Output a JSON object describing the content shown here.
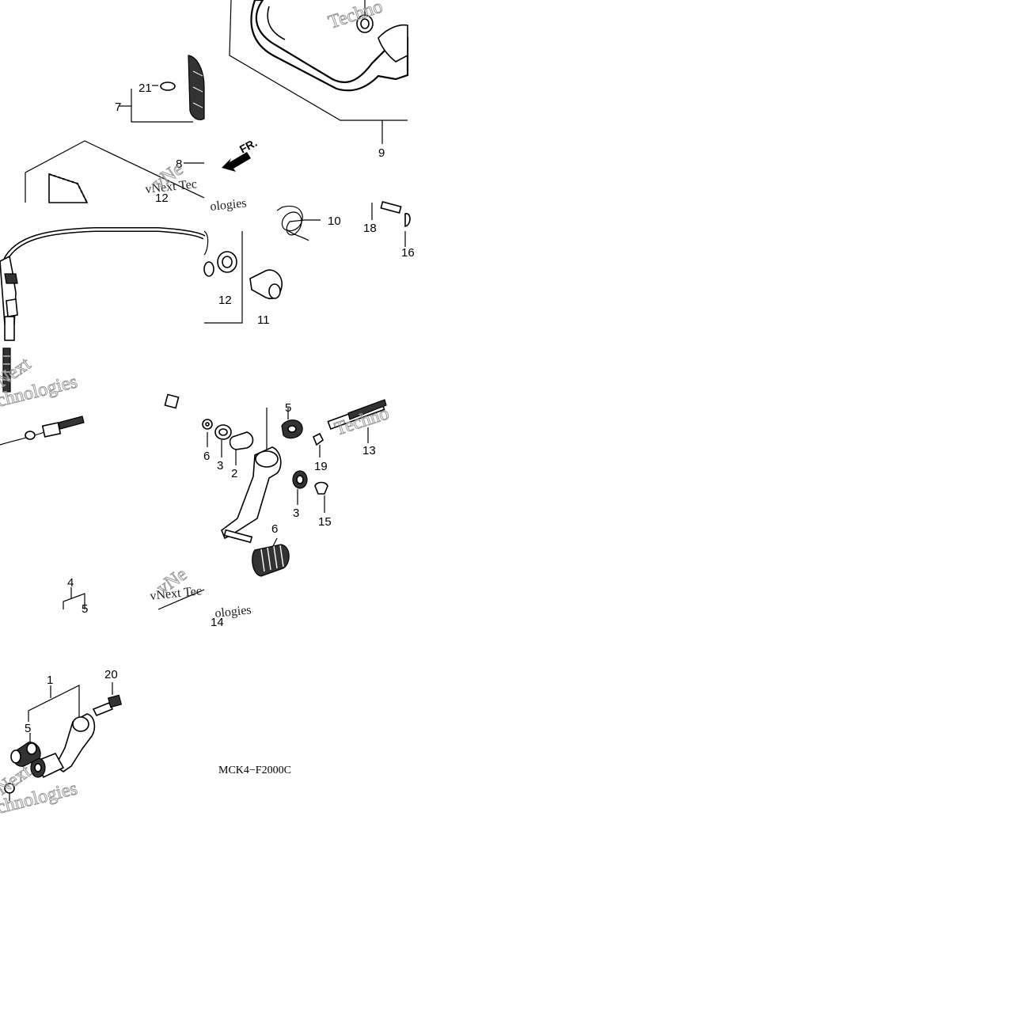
{
  "diagram_code": "MCK4−F2000C",
  "direction_label": "FR.",
  "watermarks": [
    "Techno",
    "vNext Tec",
    "ologies",
    "Next",
    "chnologies",
    "Techno",
    "vNext Tec",
    "ologies",
    "Next",
    "chnologies",
    "vNe",
    "vNe"
  ],
  "callouts": [
    "21",
    "7",
    "8",
    "9",
    "12",
    "10",
    "18",
    "16",
    "12",
    "11",
    "6",
    "3",
    "2",
    "5",
    "19",
    "13",
    "3",
    "15",
    "6",
    "4",
    "5",
    "14",
    "1",
    "20",
    "5"
  ]
}
